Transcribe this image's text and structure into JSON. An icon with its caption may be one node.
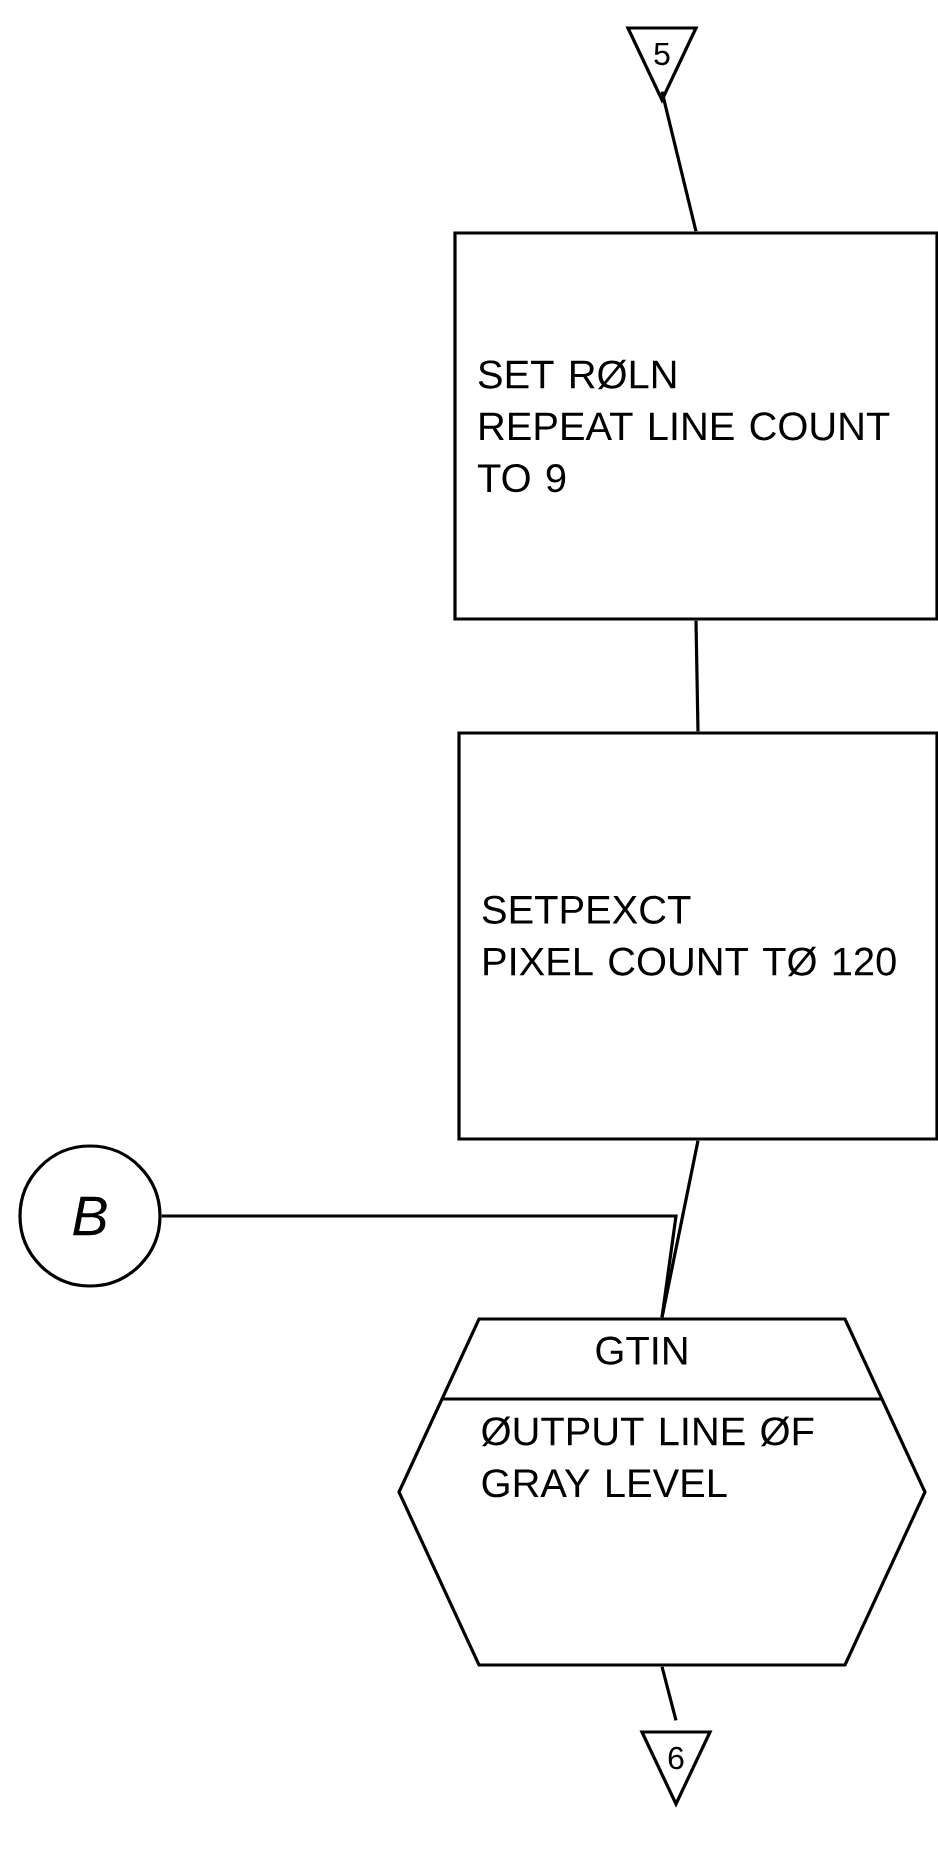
{
  "diagram": {
    "nodes": [
      {
        "text": [
          "5"
        ]
      },
      {
        "text": [
          "SET RØLN",
          "REPEAT LINE COUNT TO 9"
        ]
      },
      {
        "text": [
          "SETPEXCT",
          "PIXEL COUNT TØ 120"
        ]
      },
      {
        "text": [
          "B"
        ]
      },
      {
        "text": [
          "GTIN",
          "ØUTPUT LINE ØF GRAY LEVEL"
        ]
      },
      {
        "text": [
          "6"
        ]
      }
    ],
    "edges": [
      {
        "from": 0,
        "to": 1,
        "arrow": "none"
      },
      {
        "from": 1,
        "to": 2,
        "arrow": "none"
      },
      {
        "from": 2,
        "to": 4,
        "arrow": "none"
      },
      {
        "from": 3,
        "to": 4,
        "arrow": "none"
      },
      {
        "from": 4,
        "to": 5,
        "arrow": "none"
      }
    ]
  }
}
